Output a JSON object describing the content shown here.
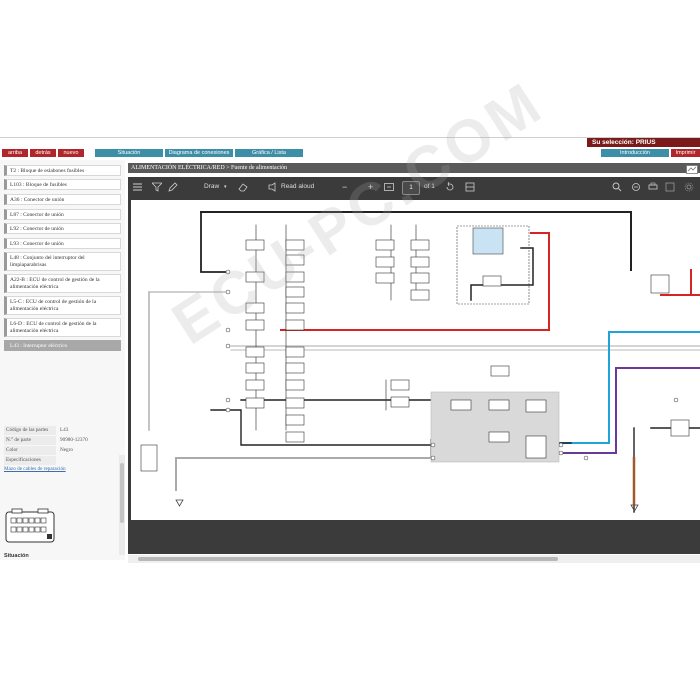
{
  "header": {
    "selection_label": "Su selección: PRIUS",
    "nav_left": [
      "arriba",
      "detrás",
      "nuevo"
    ],
    "tabs": [
      "Situación",
      "Diagrama de conexiones",
      "Gráfica / Lista"
    ],
    "right_buttons": [
      "Introducción",
      "Imprimir"
    ]
  },
  "sidebar": {
    "items": [
      "T2 : Bloque de eslabones fusibles",
      "L103 : Bloque de fusibles",
      "A36 : Conector de unión",
      "L87 : Conector de unión",
      "L92 : Conector de unión",
      "L93 : Conector de unión",
      "L48 : Conjunto del interruptor del limpiaparabrisas",
      "A22-B : ECU de control de gestión de la alimentación eléctrica",
      "L5-C : ECU de control de gestión de la alimentación eléctrica",
      "L6-D : ECU de control de gestión de la alimentación eléctrica",
      "L43 : Interruptor eléctrico"
    ],
    "active_index": 10,
    "properties": [
      {
        "label": "Código de las partes",
        "value": "L43"
      },
      {
        "label": "N.° de parte",
        "value": "90980-12370"
      },
      {
        "label": "Color",
        "value": "Negro"
      },
      {
        "label": "Especificaciones",
        "value": ""
      }
    ],
    "harness_link": "Mazo de cables de reparación",
    "situation_label": "Situación"
  },
  "viewer": {
    "breadcrumb": "ALIMENTACIÓN ELÉCTRICA/RED > Fuente de alimentación",
    "toolbar": {
      "draw_label": "Draw",
      "read_aloud_label": "Read aloud",
      "page_value": "1",
      "page_total": "of 1"
    }
  },
  "watermark": "ECU-PC.COM",
  "colors": {
    "nav_red": "#b0262a",
    "nav_teal": "#3d8ea7",
    "selection_bar": "#7a1a1a",
    "wire_red": "#d42424",
    "wire_cyan": "#1ea4d8",
    "wire_purple": "#6a3a9a",
    "wire_brown": "#a05a2a",
    "wire_black": "#222222"
  }
}
